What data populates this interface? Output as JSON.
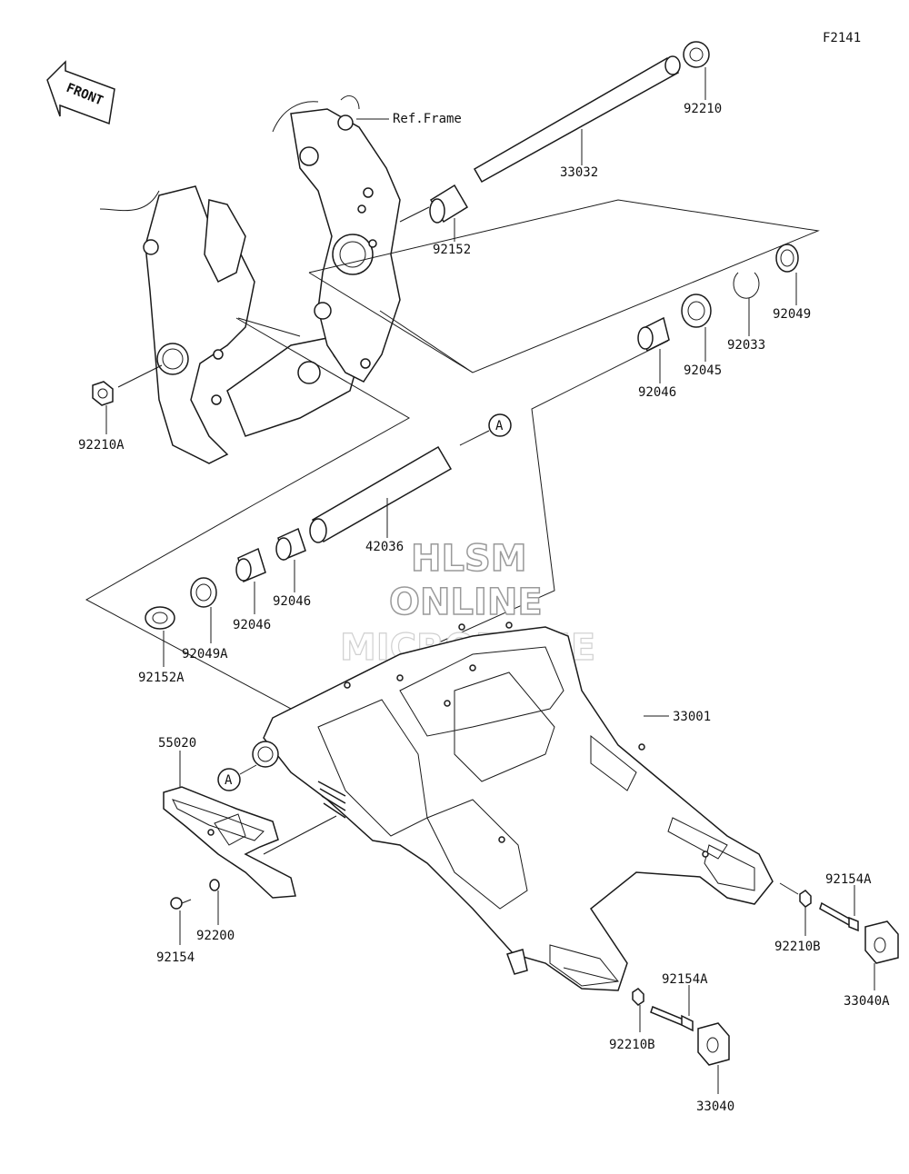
{
  "figure_id": "F2141",
  "front_label": "FRONT",
  "ref_frame": "Ref.Frame",
  "marker": "A",
  "watermark": {
    "line1": "HLSM",
    "line2": "ONLINE",
    "line3": "MICROFICHE"
  },
  "parts": {
    "p92210": "92210",
    "p33032": "33032",
    "p92152": "92152",
    "p92049": "92049",
    "p92033": "92033",
    "p92045": "92045",
    "p92046_top": "92046",
    "p92210A": "92210A",
    "p42036": "42036",
    "p92046_mid": "92046",
    "p92046_low": "92046",
    "p92049A": "92049A",
    "p92152A": "92152A",
    "p33001": "33001",
    "p55020": "55020",
    "p92200": "92200",
    "p92154": "92154",
    "p92154A_right": "92154A",
    "p92210B_right": "92210B",
    "p33040A": "33040A",
    "p92154A_low": "92154A",
    "p92210B_low": "92210B",
    "p33040": "33040"
  }
}
